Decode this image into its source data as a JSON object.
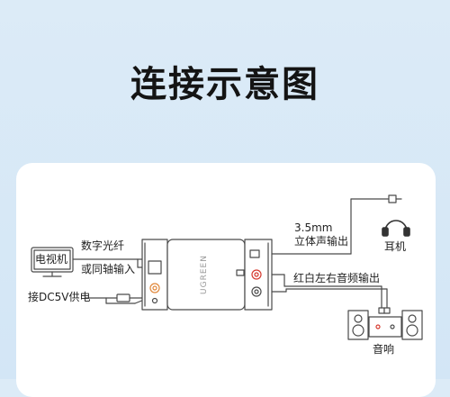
{
  "title": "连接示意图",
  "labels": {
    "tv": "电视机",
    "optical": "数字光纤",
    "coax": "或同轴输入",
    "power": "接DC5V供电",
    "size": "3.5mm",
    "stereo_out": "立体声输出",
    "headphone": "耳机",
    "rca_out": "红白左右音频输出",
    "speaker": "音响",
    "brand": "UGREEN"
  },
  "colors": {
    "line": "#4a4a4a",
    "accent_red": "#d63a2f",
    "accent_orange": "#e0873a"
  },
  "icons": [
    "tv-icon",
    "headphone-icon",
    "speaker-icon",
    "converter-box-icon",
    "cable-plug-icon"
  ]
}
